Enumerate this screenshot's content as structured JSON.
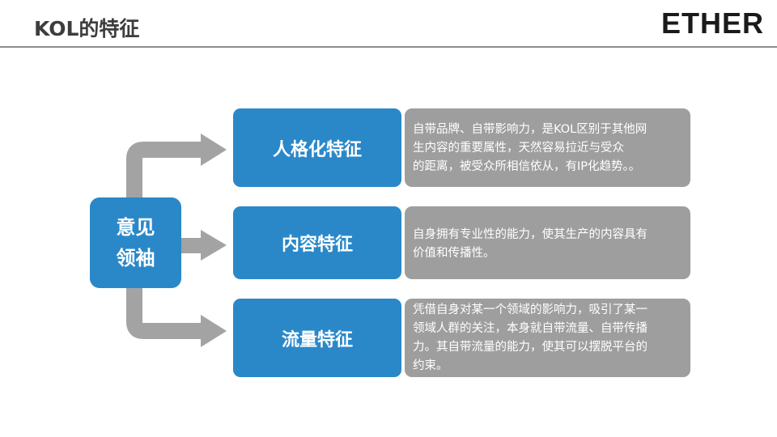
{
  "header": {
    "title": "KOL的特征",
    "logo": "ETHER"
  },
  "diagram": {
    "leader_line1": "意见",
    "leader_line2": "领袖",
    "features": [
      {
        "title": "人格化特征",
        "lines": [
          "自带品牌、自带影响力，是KOL区别于其他网",
          "生内容的重要属性，天然容易拉近与受众",
          "的距离，被受众所相信依从，有IP化趋势。。"
        ]
      },
      {
        "title": "内容特征",
        "lines": [
          "自身拥有专业性的能力，使其生产的内容具有",
          "价值和传播性。"
        ]
      },
      {
        "title": "流量特征",
        "lines": [
          "凭借自身对某一个领域的影响力，吸引了某一",
          "领域人群的关注，本身就自带流量、自带传播",
          "力。其自带流量的能力，使其可以摆脱平台的",
          "约束。"
        ]
      }
    ],
    "colors": {
      "feature_box": "#2a88c9",
      "description_box": "#9e9e9e",
      "arrow": "#a3a3a3",
      "header_rule": "#8c8c8c"
    }
  }
}
